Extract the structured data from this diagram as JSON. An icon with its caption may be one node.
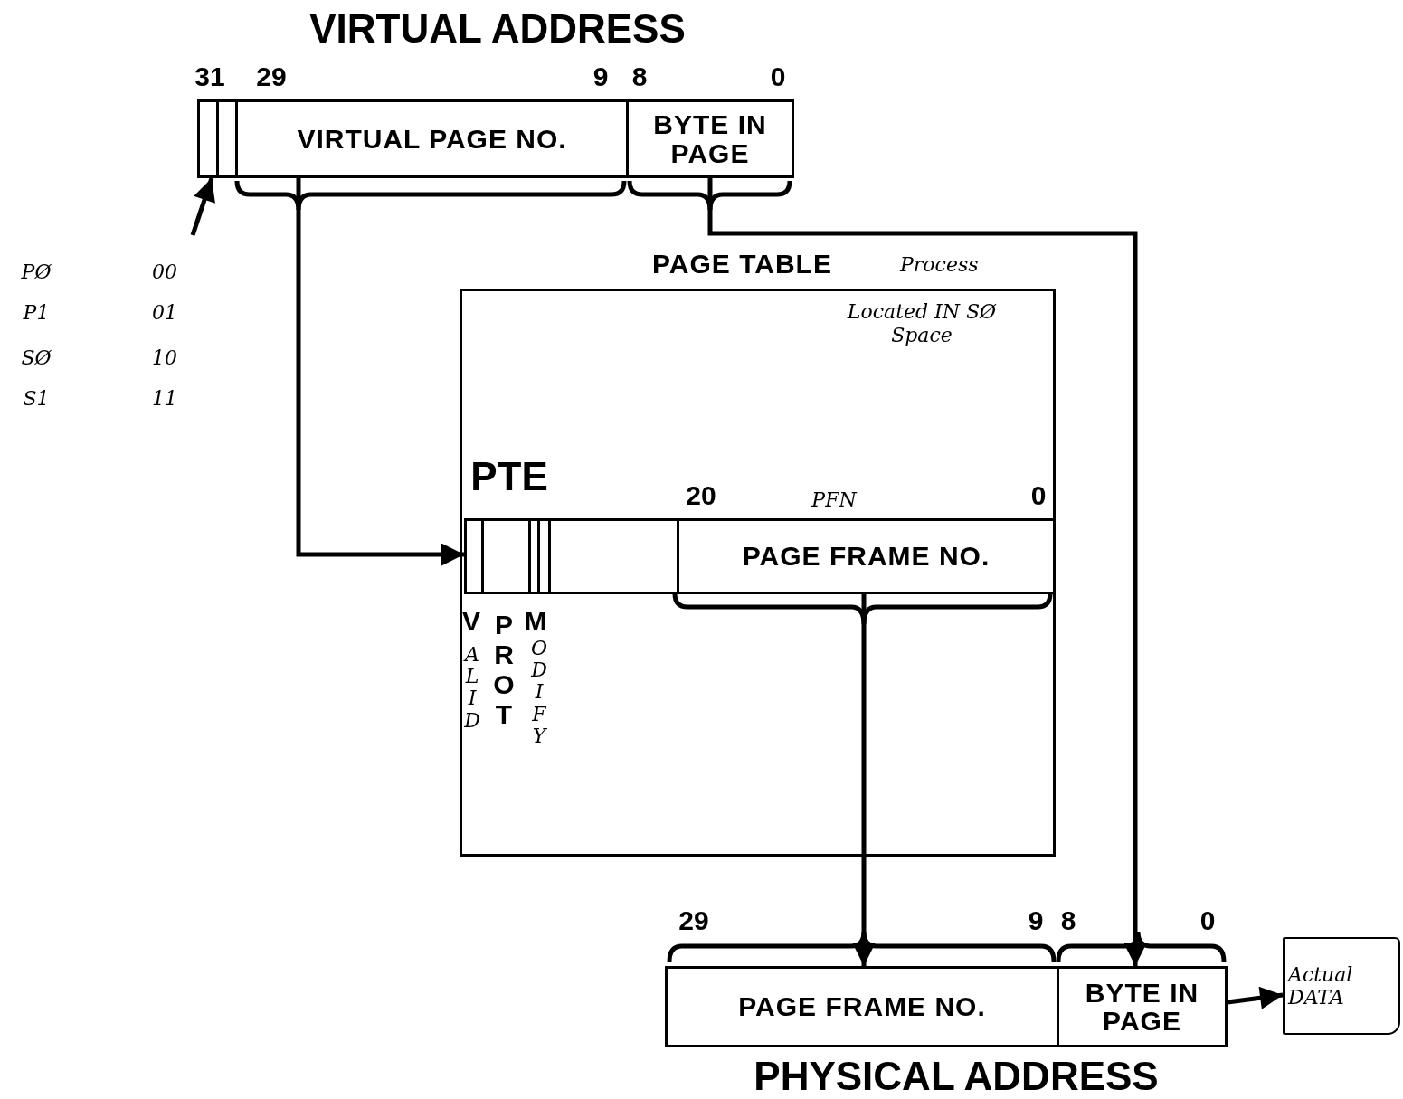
{
  "diagram": {
    "title": "VIRTUAL ADDRESS",
    "caption": "PHYSICAL ADDRESS",
    "nodes": [
      {
        "text": [],
        "shape": "box"
      },
      {
        "text": [],
        "shape": "box"
      },
      {
        "text": [
          "VIRTUAL PAGE NO."
        ]
      },
      {
        "text": [
          "BYTE IN PAGE"
        ]
      },
      {
        "text": [
          "PAGE TABLE",
          "Process",
          "Located IN SØ Space"
        ]
      },
      {
        "text": [],
        "shape": "box",
        "in": 4
      },
      {
        "text": [],
        "shape": "box",
        "in": 4
      },
      {
        "text": [],
        "shape": "box",
        "in": 4
      },
      {
        "text": [],
        "shape": "box",
        "in": 4
      },
      {
        "text": [],
        "shape": "box",
        "in": 4
      },
      {
        "text": [
          "PAGE FRAME NO."
        ],
        "in": 4
      },
      {
        "text": [
          "PAGE FRAME NO."
        ]
      },
      {
        "text": [
          "BYTE IN PAGE"
        ]
      },
      {
        "text": [
          "Actual DATA"
        ]
      }
    ],
    "edges": [
      {
        "from": 2,
        "to": 5,
        "arrow": "to"
      },
      {
        "from": 3,
        "to": 12,
        "arrow": "to"
      },
      {
        "from": 10,
        "to": 11,
        "arrow": "to"
      },
      {
        "from": 12,
        "to": 13,
        "arrow": "to"
      },
      {
        "from": null,
        "to": 0,
        "arrow": "to"
      }
    ],
    "labels": [
      "31",
      "29",
      "9",
      "8",
      "0",
      "PØ",
      "00",
      "P1",
      "01",
      "SØ",
      "10",
      "S1",
      "11",
      "PTE",
      "20",
      "PFN",
      "0",
      "V",
      "ALID",
      "PROT",
      "M",
      "ODIFY",
      "29",
      "9",
      "8",
      "0"
    ]
  }
}
